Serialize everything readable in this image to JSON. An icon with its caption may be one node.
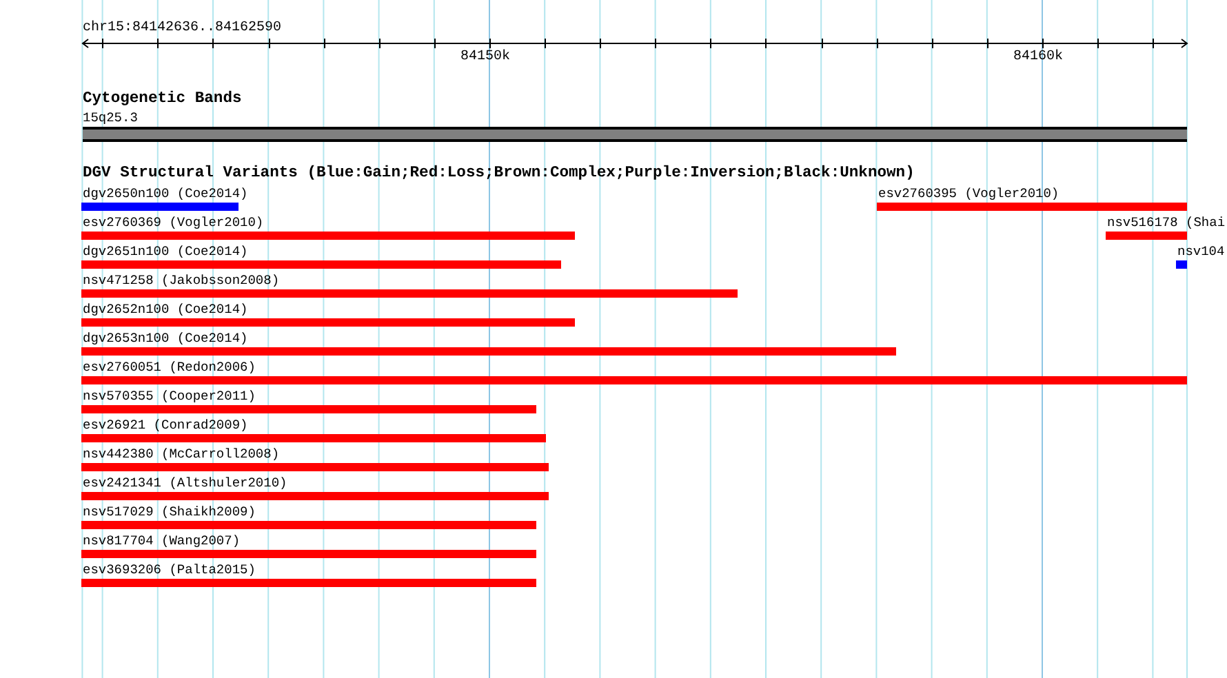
{
  "diagram": {
    "nodes": [
      {
        "text": [
          "15q25.3"
        ]
      },
      {
        "text": [
          "dgv2650n100 (Coe2014)"
        ]
      },
      {
        "text": [
          "esv2760395 (Vogler2010)"
        ]
      },
      {
        "text": [
          "esv2760369 (Vogler2010)"
        ]
      },
      {
        "text": [
          "nsv516178 (Shai"
        ]
      },
      {
        "text": [
          "dgv2651n100 (Coe2014)"
        ]
      },
      {
        "text": [
          "nsv104"
        ]
      },
      {
        "text": [
          "nsv471258 (Jakobsson2008)"
        ]
      },
      {
        "text": [
          "dgv2652n100 (Coe2014)"
        ]
      },
      {
        "text": [
          "dgv2653n100 (Coe2014)"
        ]
      },
      {
        "text": [
          "esv2760051 (Redon2006)"
        ]
      },
      {
        "text": [
          "nsv570355 (Cooper2011)"
        ]
      },
      {
        "text": [
          "esv26921 (Conrad2009)"
        ]
      },
      {
        "text": [
          "nsv442380 (McCarroll2008)"
        ]
      },
      {
        "text": [
          "esv2421341 (Altshuler2010)"
        ]
      },
      {
        "text": [
          "nsv517029 (Shaikh2009)"
        ]
      },
      {
        "text": [
          "nsv817704 (Wang2007)"
        ]
      },
      {
        "text": [
          "esv3693206 (Palta2015)"
        ]
      }
    ],
    "labels": [
      "chr15:84142636..84162590",
      "84150k",
      "84160k",
      "Cytogenetic Bands",
      "DGV Structural Variants (Blue:Gain;Red:Loss;Brown:Complex;Purple:Inversion;Black:Unknown)"
    ]
  }
}
